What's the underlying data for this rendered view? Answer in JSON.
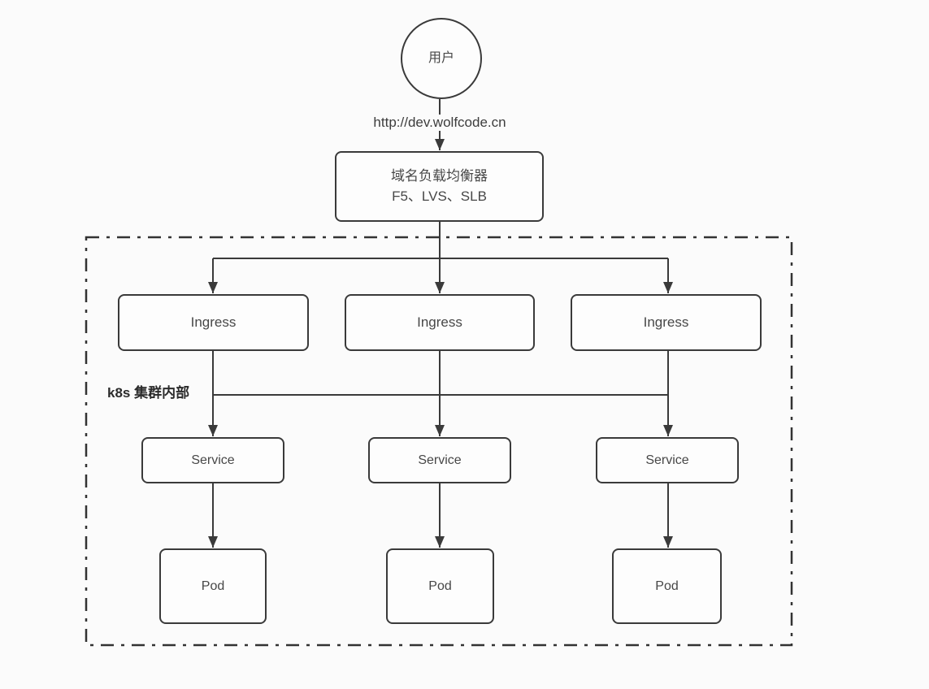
{
  "diagram": {
    "user_label": "用户",
    "request_url": "http://dev.wolfcode.cn",
    "load_balancer": {
      "title": "域名负载均衡器",
      "subtitle": "F5、LVS、SLB"
    },
    "cluster_label": "k8s 集群内部",
    "ingress_nodes": [
      {
        "label": "Ingress"
      },
      {
        "label": "Ingress"
      },
      {
        "label": "Ingress"
      }
    ],
    "service_nodes": [
      {
        "label": "Service"
      },
      {
        "label": "Service"
      },
      {
        "label": "Service"
      }
    ],
    "pod_nodes": [
      {
        "label": "Pod"
      },
      {
        "label": "Pod"
      },
      {
        "label": "Pod"
      }
    ],
    "colors": {
      "line": "#3a3a3a",
      "text": "#474747",
      "background": "#fbfbfb",
      "node_fill": "#fdfdfd"
    }
  }
}
